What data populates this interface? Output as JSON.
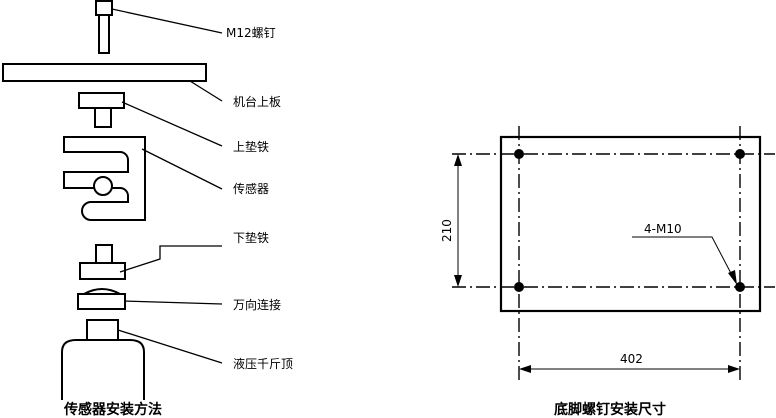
{
  "left": {
    "caption": "传感器安装方法",
    "labels": {
      "bolt": "M12螺钉",
      "top_plate": "机台上板",
      "upper_pad": "上垫铁",
      "sensor": "传感器",
      "lower_pad": "下垫铁",
      "joint": "万向连接",
      "jack": "液压千斤顶"
    }
  },
  "right": {
    "caption": "底脚螺钉安装尺寸",
    "hole_label": "4-M10",
    "dim_height": "210",
    "dim_width": "402"
  }
}
